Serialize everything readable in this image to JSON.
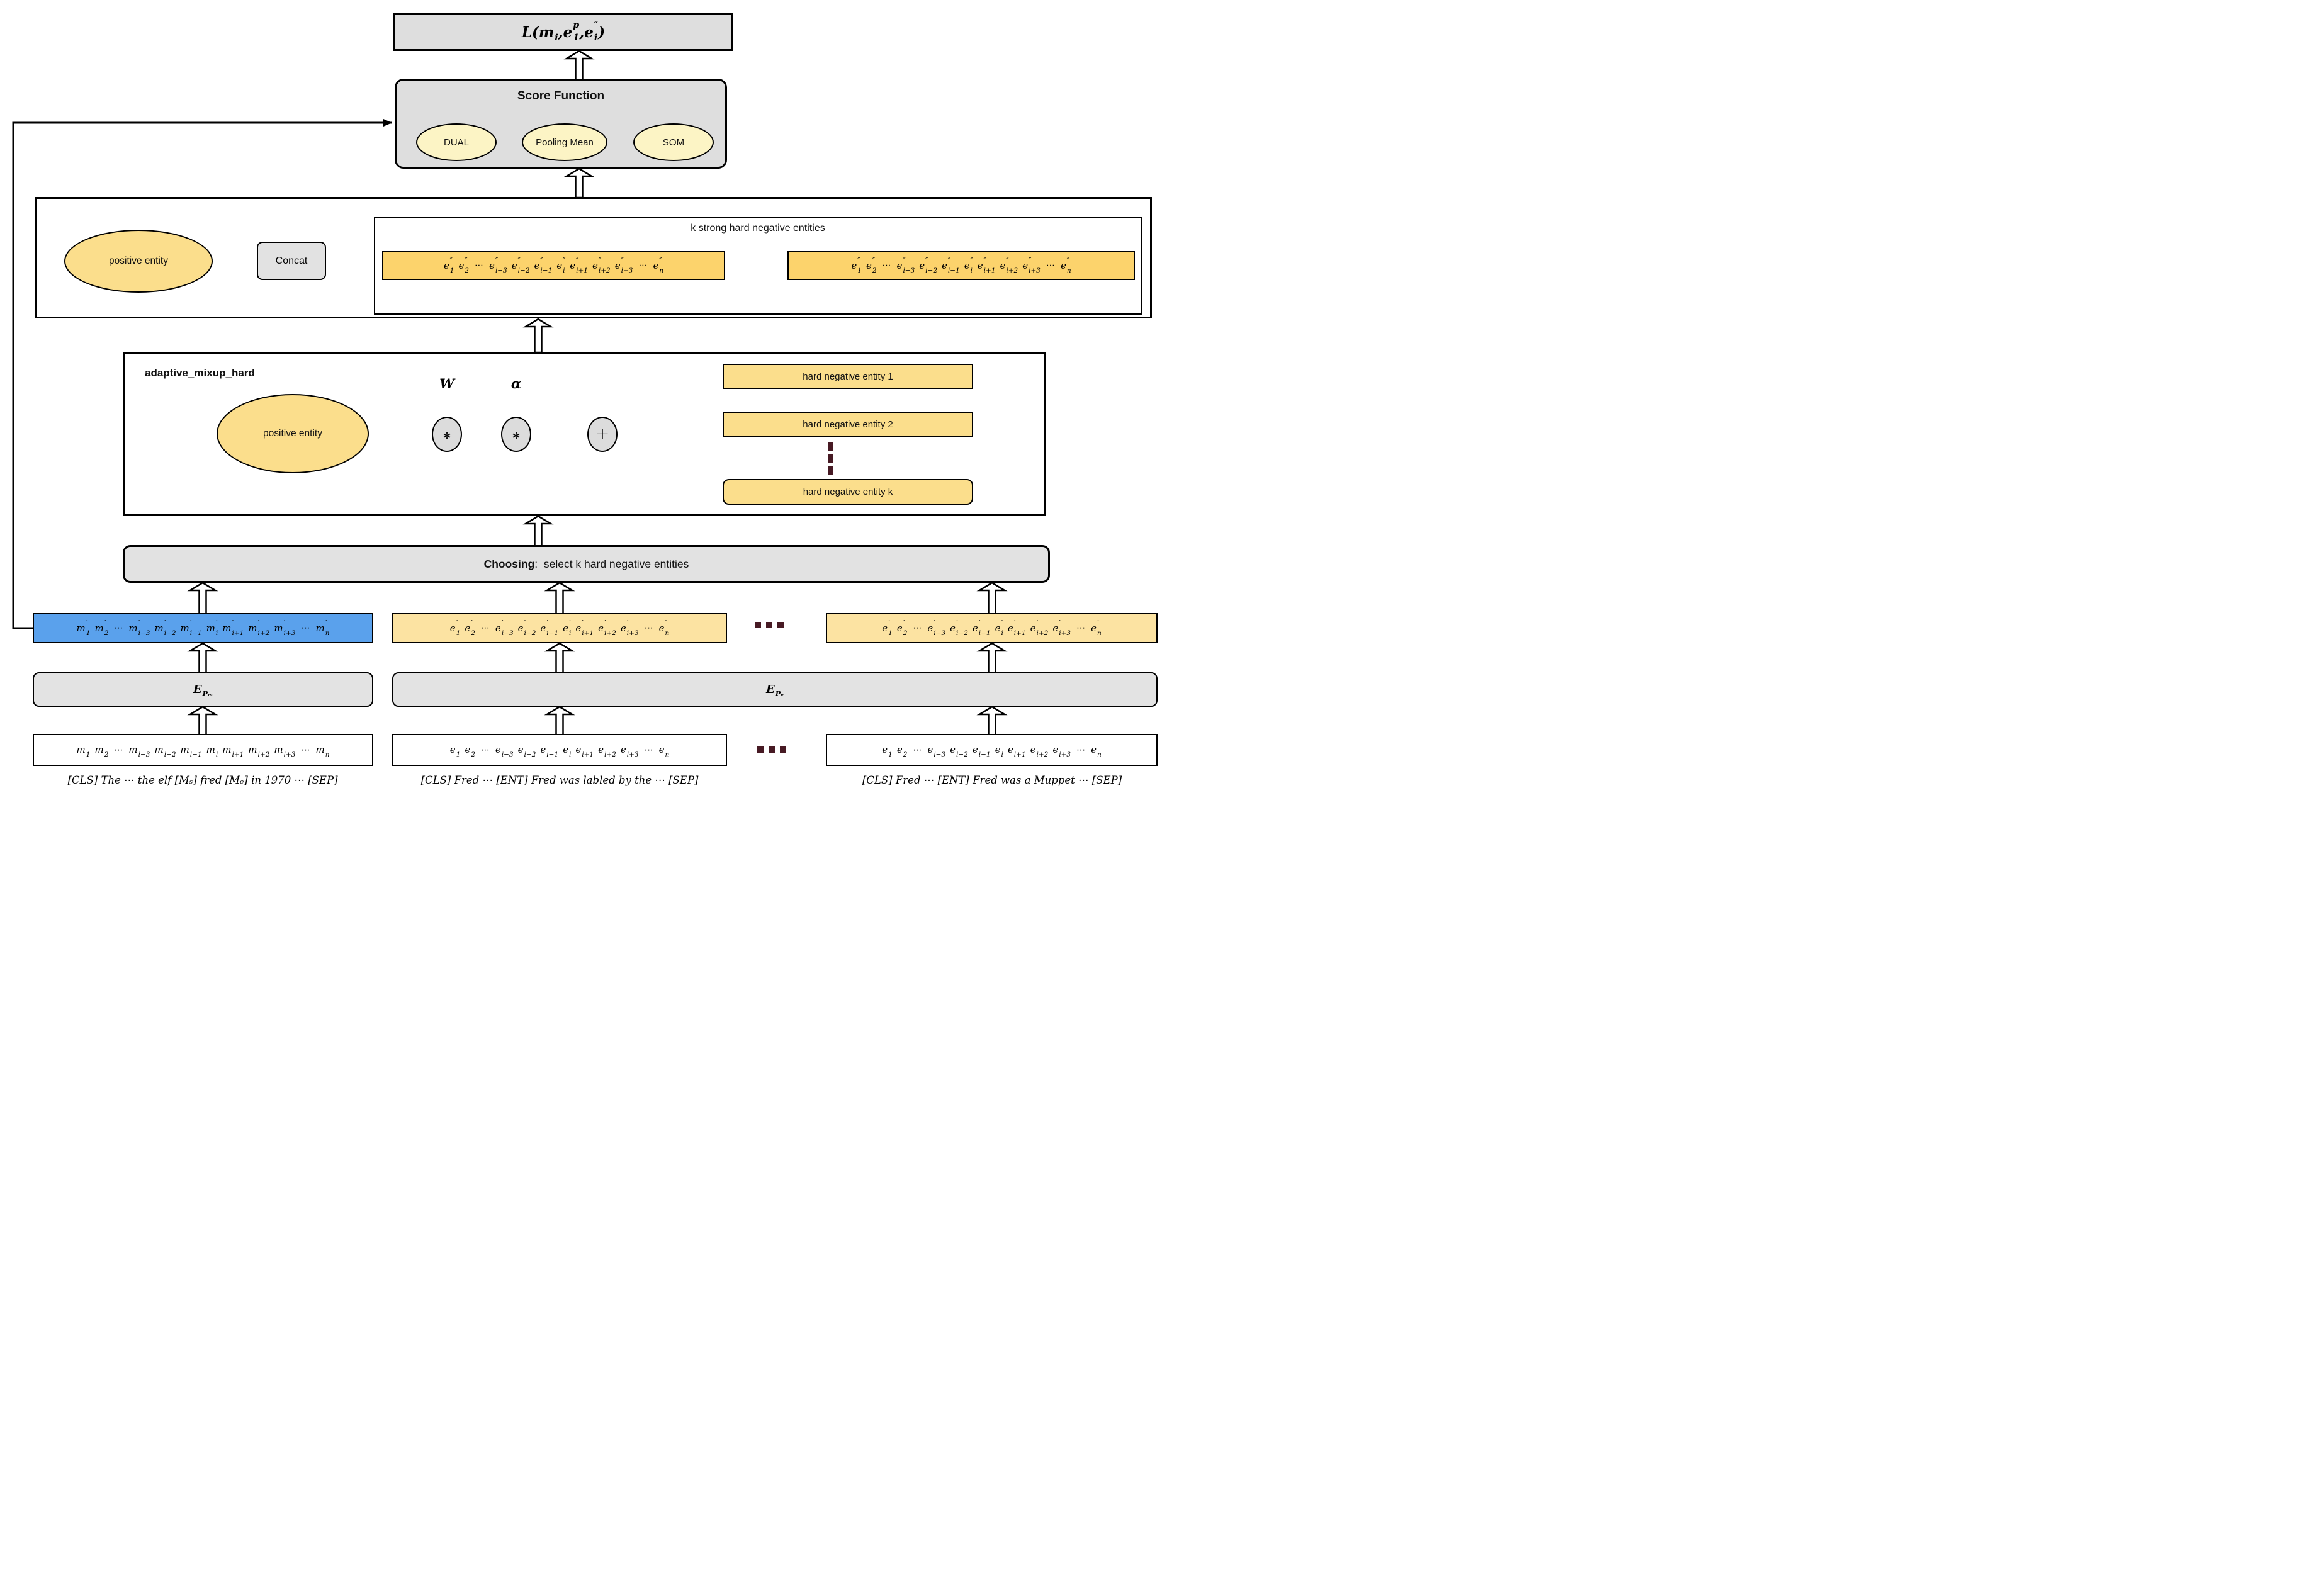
{
  "colors": {
    "gray_box": "#DEDEDE",
    "pale_yellow_ellipse": "#FCF4C5",
    "golden_entity": "#FBDE8C",
    "amber_row": "#FCD36C",
    "wheat_row": "#FCE3A2",
    "blue_row": "#5AA1EC",
    "maroon_dots": "#471A24"
  },
  "math": {
    "loss": [
      {
        "t": "L("
      },
      {
        "t": "m",
        "sub": "i"
      },
      {
        "t": ", "
      },
      {
        "t": "e",
        "sup": "p",
        "sub": "1"
      },
      {
        "t": ", "
      },
      {
        "t": "e",
        "sup": "″",
        "sub": "i"
      },
      {
        "t": ")"
      }
    ]
  },
  "score_function": {
    "title": "Score Function",
    "options": [
      "DUAL",
      "Pooling Mean",
      "SOM"
    ]
  },
  "concat_section": {
    "positive_entity": "positive entity",
    "concat_label": "Concat",
    "k_strong_label": "k strong hard negative entities"
  },
  "mixup": {
    "title": "adaptive_mixup_hard",
    "positive_entity": "positive entity",
    "w": "W",
    "alpha": "α",
    "mul": "∗",
    "plus": "+",
    "hard_negative_1": "hard negative entity 1",
    "hard_negative_2": "hard negative entity 2",
    "hard_negative_k": "hard negative entity k"
  },
  "choosing": {
    "bold": "Choosing",
    "rest": ":  select k hard negative entities"
  },
  "encoders": {
    "mention": [
      {
        "t": "E",
        "sub": "Pₘ"
      }
    ],
    "entity": [
      {
        "t": "E",
        "sub": "Pₑ"
      }
    ]
  },
  "rows": {
    "m_prime": [
      [
        "m",
        "′",
        "1"
      ],
      [
        "m",
        "′",
        "2"
      ],
      [
        "⋯"
      ],
      [
        "m",
        "′",
        "i−3"
      ],
      [
        "m",
        "′",
        "i−2"
      ],
      [
        "m",
        "′",
        "i−1"
      ],
      [
        "m",
        "′",
        "i"
      ],
      [
        "m",
        "′",
        "i+1"
      ],
      [
        "m",
        "′",
        "i+2"
      ],
      [
        "m",
        "′",
        "i+3"
      ],
      [
        "⋯"
      ],
      [
        "m",
        "′",
        "n"
      ]
    ],
    "e_prime": [
      [
        "e",
        "′",
        "1"
      ],
      [
        "e",
        "′",
        "2"
      ],
      [
        "⋯"
      ],
      [
        "e",
        "′",
        "i−3"
      ],
      [
        "e",
        "′",
        "i−2"
      ],
      [
        "e",
        "′",
        "i−1"
      ],
      [
        "e",
        "′",
        "i"
      ],
      [
        "e",
        "′",
        "i+1"
      ],
      [
        "e",
        "′",
        "i+2"
      ],
      [
        "e",
        "′",
        "i+3"
      ],
      [
        "⋯"
      ],
      [
        "e",
        "′",
        "n"
      ]
    ],
    "e_dprime": [
      [
        "e",
        "″",
        "1"
      ],
      [
        "e",
        "″",
        "2"
      ],
      [
        "⋯"
      ],
      [
        "e",
        "″",
        "i−3"
      ],
      [
        "e",
        "″",
        "i−2"
      ],
      [
        "e",
        "″",
        "i−1"
      ],
      [
        "e",
        "″",
        "i"
      ],
      [
        "e",
        "″",
        "i+1"
      ],
      [
        "e",
        "″",
        "i+2"
      ],
      [
        "e",
        "″",
        "i+3"
      ],
      [
        "⋯"
      ],
      [
        "e",
        "″",
        "n"
      ]
    ],
    "m_plain": [
      [
        "m",
        "",
        "1"
      ],
      [
        "m",
        "",
        "2"
      ],
      [
        "⋯"
      ],
      [
        "m",
        "",
        "i−3"
      ],
      [
        "m",
        "",
        "i−2"
      ],
      [
        "m",
        "",
        "i−1"
      ],
      [
        "m",
        "",
        "i"
      ],
      [
        "m",
        "",
        "i+1"
      ],
      [
        "m",
        "",
        "i+2"
      ],
      [
        "m",
        "",
        "i+3"
      ],
      [
        "⋯"
      ],
      [
        "m",
        "",
        "n"
      ]
    ],
    "e_plain": [
      [
        "e",
        "",
        "1"
      ],
      [
        "e",
        "",
        "2"
      ],
      [
        "⋯"
      ],
      [
        "e",
        "",
        "i−3"
      ],
      [
        "e",
        "",
        "i−2"
      ],
      [
        "e",
        "",
        "i−1"
      ],
      [
        "e",
        "",
        "i"
      ],
      [
        "e",
        "",
        "i+1"
      ],
      [
        "e",
        "",
        "i+2"
      ],
      [
        "e",
        "",
        "i+3"
      ],
      [
        "⋯"
      ],
      [
        "e",
        "",
        "n"
      ]
    ]
  },
  "captions": {
    "mention": "[CLS] The ⋯ the elf [Mₛ] fred [Mₑ] in 1970 ⋯ [SEP]",
    "entity_1": "[CLS] Fred ⋯ [ENT] Fred was labled by the ⋯ [SEP]",
    "entity_2": "[CLS] Fred ⋯ [ENT] Fred was a Muppet ⋯ [SEP]"
  }
}
